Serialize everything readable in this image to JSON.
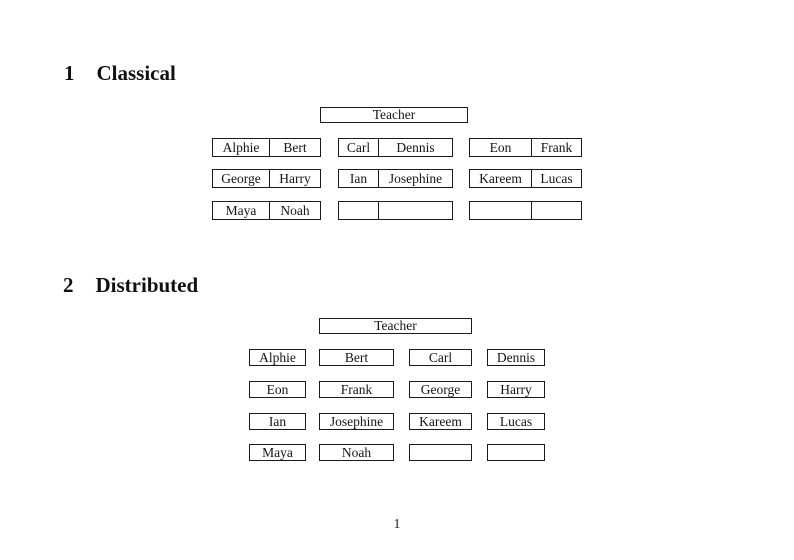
{
  "page": {
    "number": "1"
  },
  "sections": [
    {
      "number": "1",
      "title": "Classical",
      "teacher_label": "Teacher",
      "desk_rows": [
        [
          [
            "Alphie",
            "Bert"
          ],
          [
            "Carl",
            "Dennis"
          ],
          [
            "Eon",
            "Frank"
          ]
        ],
        [
          [
            "George",
            "Harry"
          ],
          [
            "Ian",
            "Josephine"
          ],
          [
            "Kareem",
            "Lucas"
          ]
        ],
        [
          [
            "Maya",
            "Noah"
          ],
          [
            "",
            ""
          ],
          [
            "",
            ""
          ]
        ]
      ]
    },
    {
      "number": "2",
      "title": "Distributed",
      "teacher_label": "Teacher",
      "desk_rows": [
        [
          "Alphie",
          "Bert",
          "Carl",
          "Dennis"
        ],
        [
          "Eon",
          "Frank",
          "George",
          "Harry"
        ],
        [
          "Ian",
          "Josephine",
          "Kareem",
          "Lucas"
        ],
        [
          "Maya",
          "Noah",
          "",
          ""
        ]
      ]
    }
  ]
}
